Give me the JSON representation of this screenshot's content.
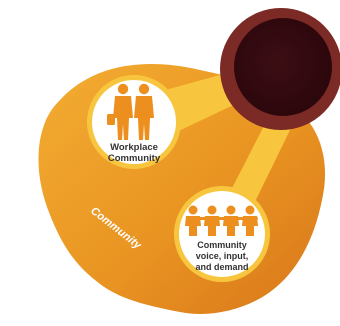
{
  "diagram": {
    "region_label": "Community",
    "nodes": [
      {
        "line1": "Workplace",
        "line2": "Community"
      },
      {
        "line1": "Community",
        "line2": "voice, input,",
        "line3": "and demand"
      }
    ]
  },
  "colors": {
    "blob_light": "#f1a42a",
    "blob_dark": "#dc7f1b",
    "connector": "#f7c640",
    "node_ring": "#f7c640",
    "node_fill": "#ffffff",
    "icon": "#ec8f1e",
    "text": "#333333",
    "label_text": "#ffffff",
    "hub_outer": "#7b2a25",
    "hub_inner": "#3a0d12"
  }
}
